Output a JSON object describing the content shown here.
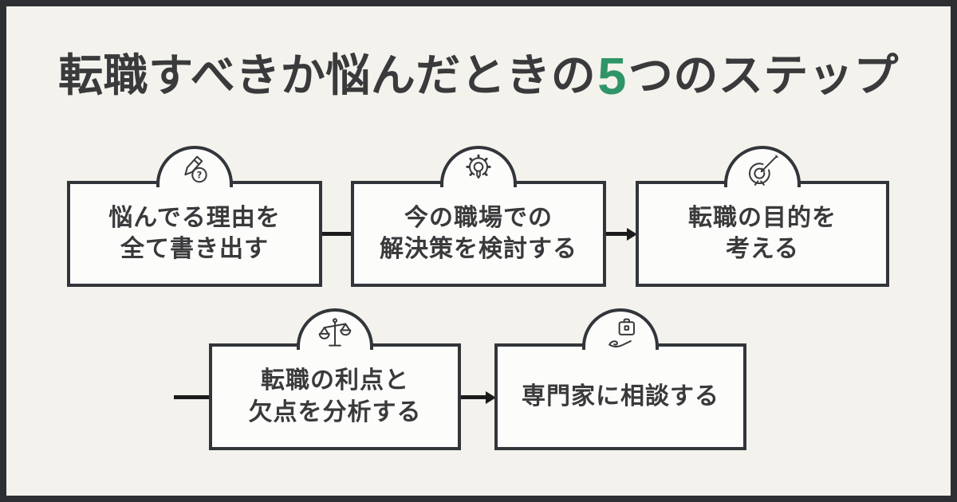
{
  "title": {
    "text_before": "転職すべきか悩んだときの",
    "highlight_number": "5",
    "text_after": "つのステップ"
  },
  "colors": {
    "background": "#f3f2ec",
    "frame_border": "#2d2f33",
    "box_background": "#fcfcfb",
    "box_border": "#323539",
    "text": "#3a3a3c",
    "accent_green": "#2f9568",
    "connector": "#1b1b1b"
  },
  "steps": [
    {
      "id": 1,
      "icon": "pencil-question-icon",
      "lines": [
        "悩んでる理由を",
        "全て書き出す"
      ]
    },
    {
      "id": 2,
      "icon": "gear-lightbulb-icon",
      "lines": [
        "今の職場での",
        "解決策を検討する"
      ]
    },
    {
      "id": 3,
      "icon": "target-dart-icon",
      "lines": [
        "転職の目的を",
        "考える"
      ]
    },
    {
      "id": 4,
      "icon": "balance-scale-icon",
      "lines": [
        "転職の利点と",
        "欠点を分析する"
      ]
    },
    {
      "id": 5,
      "icon": "hand-briefcase-icon",
      "lines": [
        "専門家に相談する"
      ]
    }
  ],
  "connectors": [
    {
      "from": 1,
      "to": 2,
      "style": "plain-line"
    },
    {
      "from": 2,
      "to": 3,
      "style": "arrow-right"
    },
    {
      "from": 3,
      "to": 4,
      "style": "row-wrap-stub-line"
    },
    {
      "from": 4,
      "to": 5,
      "style": "arrow-right"
    }
  ]
}
